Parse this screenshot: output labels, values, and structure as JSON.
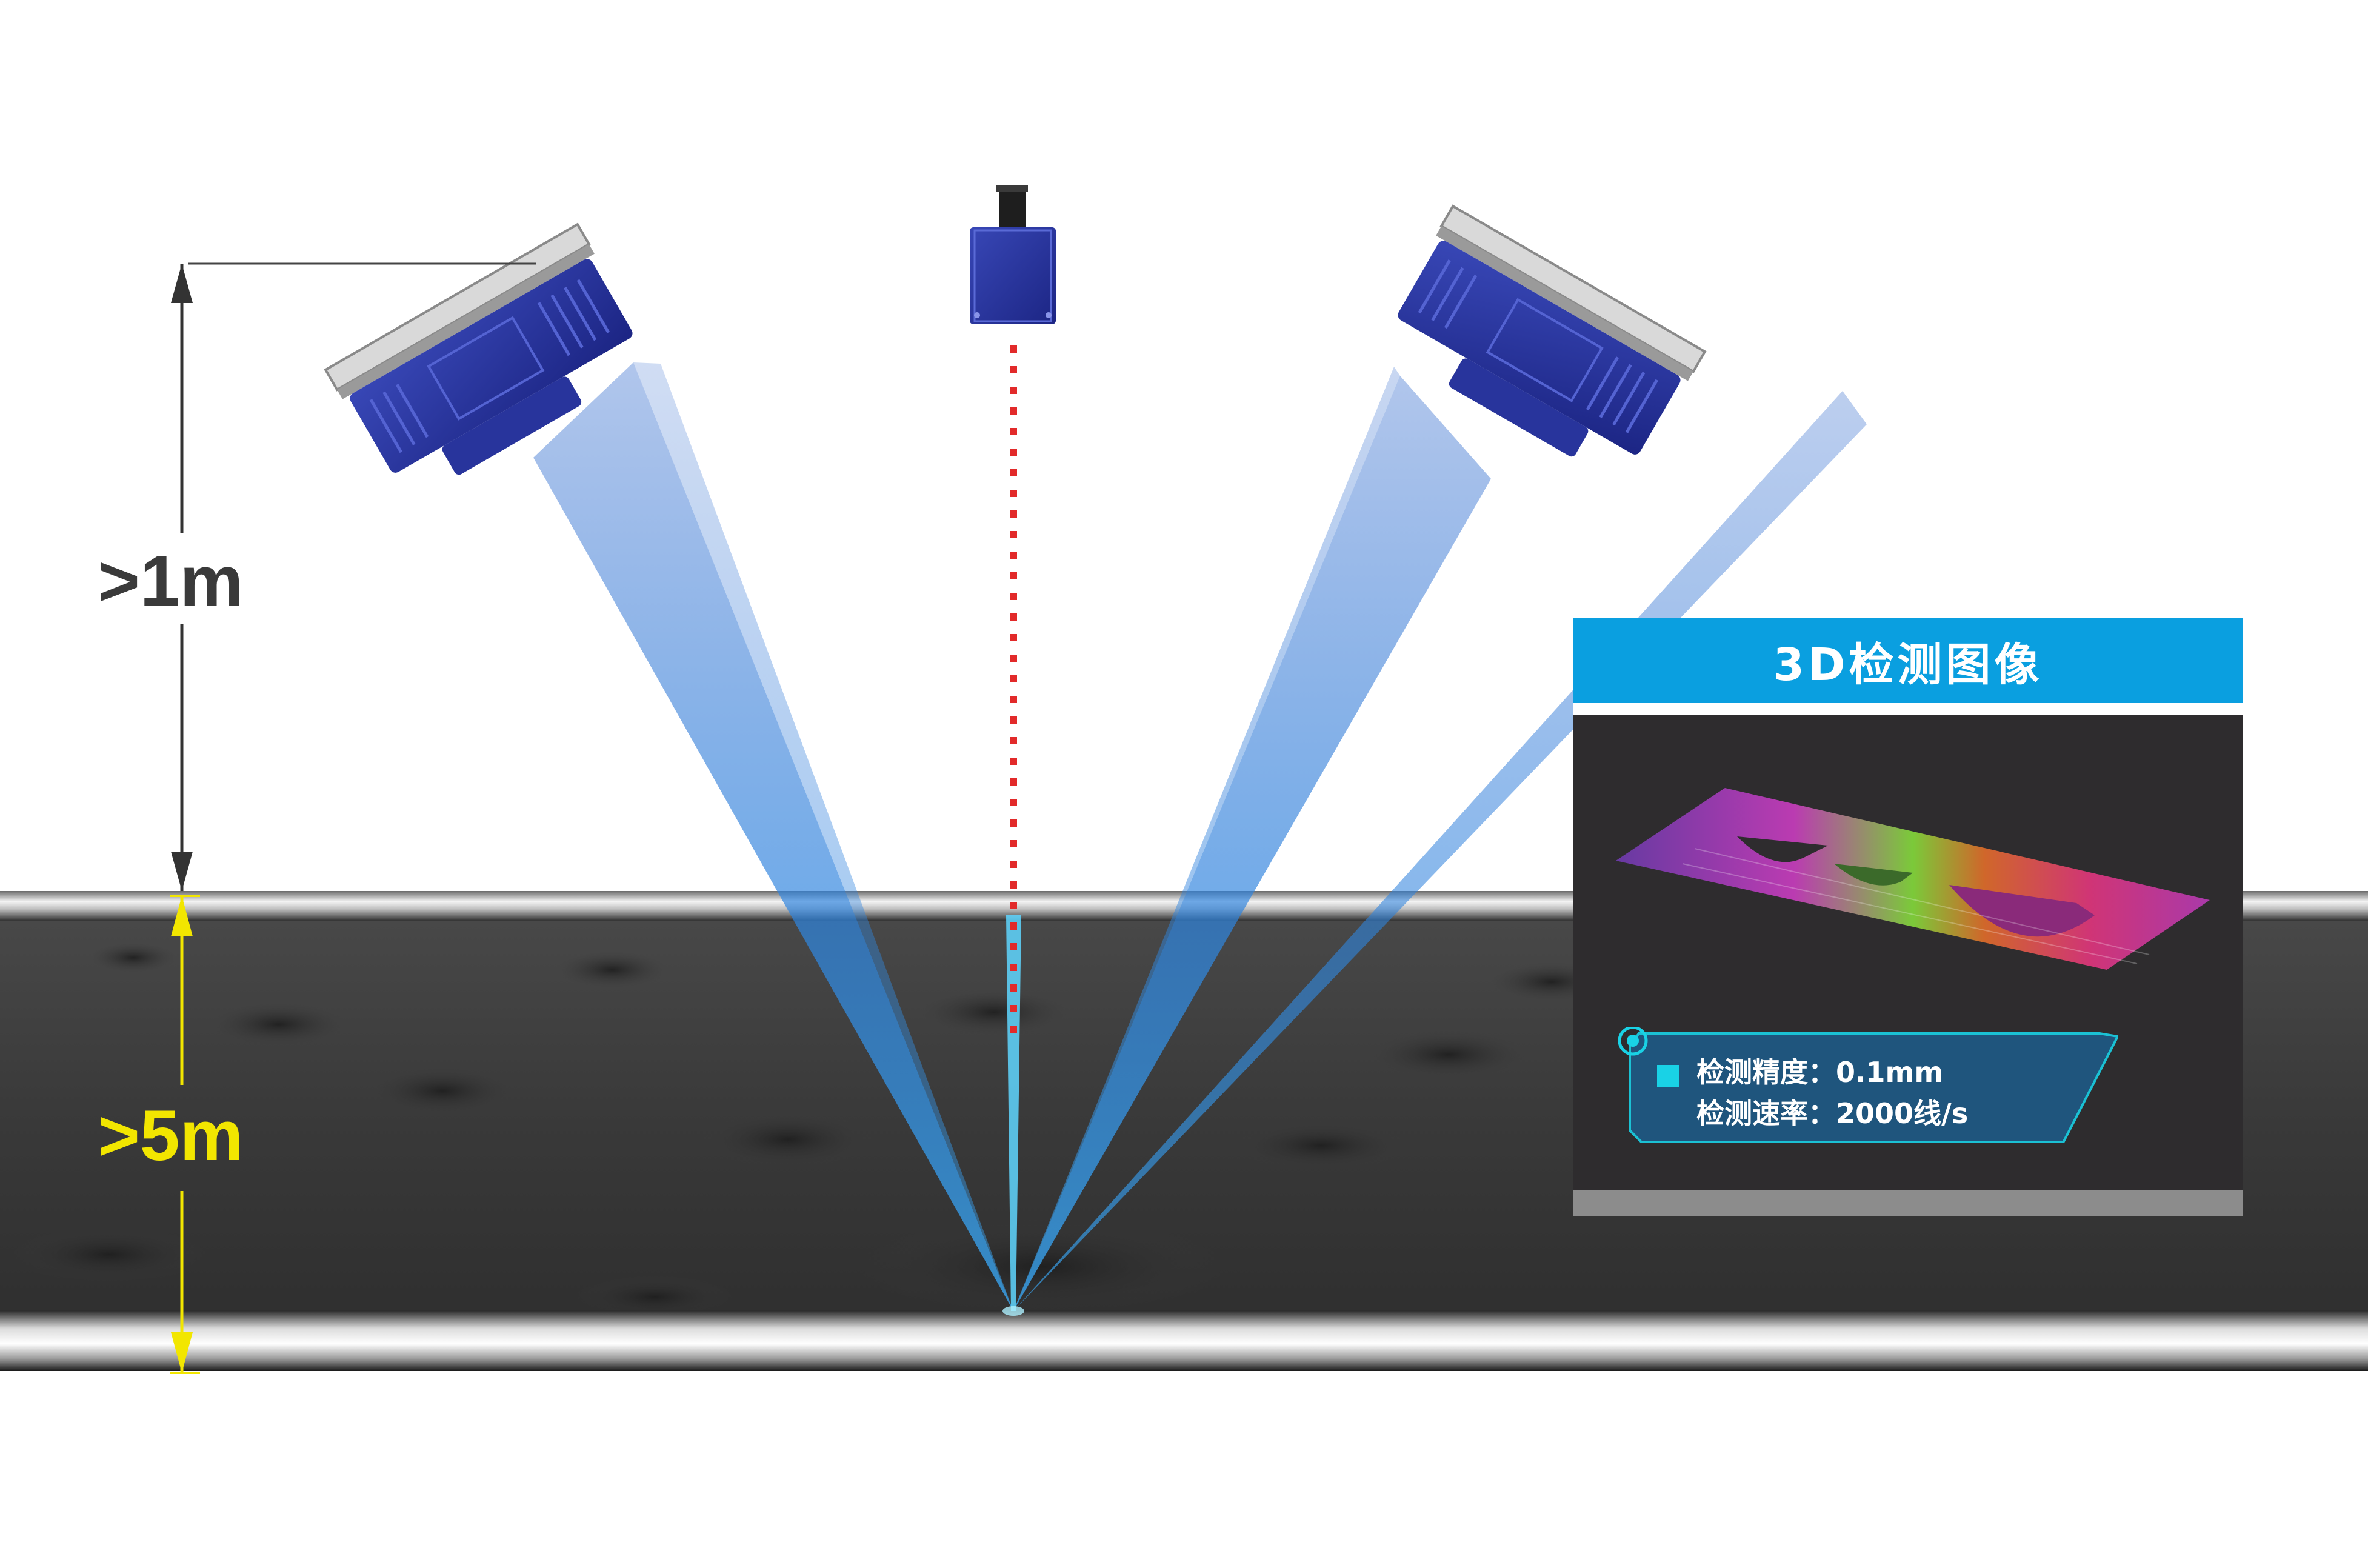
{
  "dimensions": {
    "height_label": ">1m",
    "width_label": ">5m"
  },
  "panel": {
    "title": "3D检测图像",
    "specs": [
      "检测精度：0.1mm",
      "检测速率：2000线/s"
    ]
  },
  "colors": {
    "beam": "#2f73d8",
    "conveyor_belt": "#3d3d3d",
    "laser_dot": "#e22a2a",
    "panel_header": "#0a9fe0",
    "panel_body": "#2e2c2e",
    "info_accent": "#19d2e6",
    "width_dimension": "#f2e600"
  }
}
